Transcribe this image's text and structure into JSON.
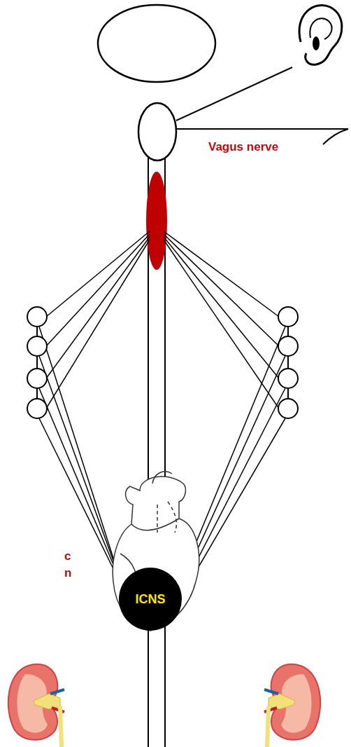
{
  "diagram": {
    "nodes": [
      {
        "text": [
          "ICNS"
        ]
      }
    ],
    "labels": [
      "Vagus nerve",
      "c",
      "n"
    ]
  }
}
